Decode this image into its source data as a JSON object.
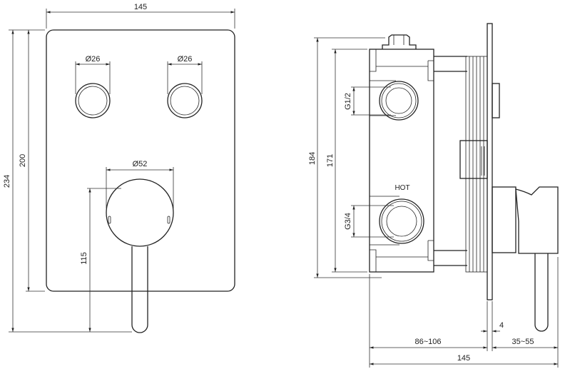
{
  "front_view": {
    "width_label": "145",
    "height_total_label": "234",
    "plate_height_label": "200",
    "button_left_diameter": "Ø26",
    "button_right_diameter": "Ø26",
    "handle_diameter": "Ø52",
    "handle_height_label": "115"
  },
  "side_view": {
    "total_height_label": "184",
    "box_height_label": "171",
    "upper_port_label": "G1/2",
    "lower_port_label": "G3/4",
    "hot_label": "HOT",
    "plate_thickness_label": "4",
    "depth_in_wall_label": "86~106",
    "projection_label": "35~55",
    "total_depth_label": "145"
  }
}
